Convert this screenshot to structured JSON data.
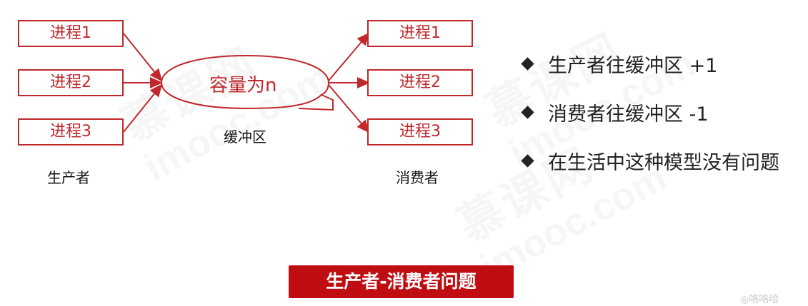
{
  "producers": [
    "进程1",
    "进程2",
    "进程3"
  ],
  "consumers": [
    "进程1",
    "进程2",
    "进程3"
  ],
  "buffer": {
    "text": "容量为n",
    "caption": "缓冲区"
  },
  "producer_label": "生产者",
  "consumer_label": "消费者",
  "bullets": [
    "生产者往缓冲区 +1",
    "消费者往缓冲区 -1",
    "在生活中这种模型没有问题"
  ],
  "title": "生产者-消费者问题",
  "author": "◎咯咯哈",
  "watermark": {
    "cn": "慕课网",
    "en": "imooc.com"
  },
  "colors": {
    "accent": "#c0282c",
    "title_bg": "#c00d12"
  }
}
